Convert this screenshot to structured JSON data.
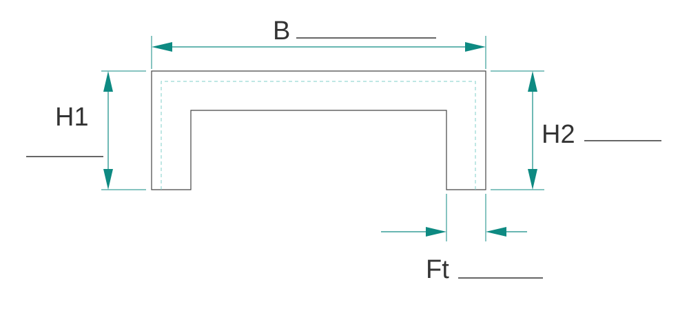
{
  "labels": {
    "width": "B",
    "height_left": "H1",
    "height_right": "H2",
    "flange_thickness": "Ft"
  },
  "colors": {
    "dimension": "#0e8a82",
    "inner_line": "#7fcfca",
    "outline": "#444444",
    "text": "#333333"
  }
}
